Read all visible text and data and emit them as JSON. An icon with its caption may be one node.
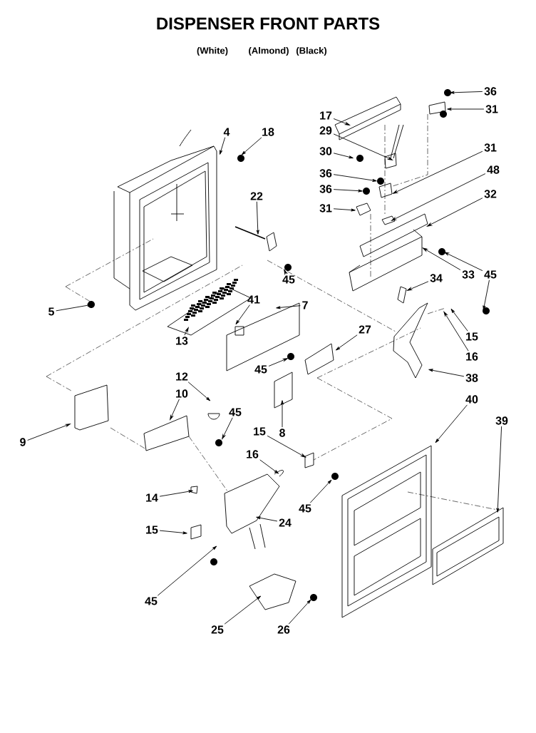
{
  "diagram": {
    "title": "DISPENSER FRONT PARTS",
    "nodes": [
      {
        "text": [
          "36"
        ]
      },
      {
        "text": [
          "31"
        ]
      },
      {
        "text": [
          "17"
        ]
      },
      {
        "text": [
          "29"
        ]
      },
      {
        "text": [
          "4"
        ]
      },
      {
        "text": [
          "18"
        ]
      },
      {
        "text": [
          "30"
        ]
      },
      {
        "text": [
          "31"
        ]
      },
      {
        "text": [
          "36"
        ]
      },
      {
        "text": [
          "48"
        ]
      },
      {
        "text": [
          "36"
        ]
      },
      {
        "text": [
          "22"
        ]
      },
      {
        "text": [
          "32"
        ]
      },
      {
        "text": [
          "31"
        ]
      },
      {
        "text": [
          "45"
        ]
      },
      {
        "text": [
          "33"
        ]
      },
      {
        "text": [
          "45"
        ]
      },
      {
        "text": [
          "34"
        ]
      },
      {
        "text": [
          "5"
        ]
      },
      {
        "text": [
          "41"
        ]
      },
      {
        "text": [
          "7"
        ]
      },
      {
        "text": [
          "15"
        ]
      },
      {
        "text": [
          "16"
        ]
      },
      {
        "text": [
          "13"
        ]
      },
      {
        "text": [
          "27"
        ]
      },
      {
        "text": [
          "45"
        ]
      },
      {
        "text": [
          "38"
        ]
      },
      {
        "text": [
          "12"
        ]
      },
      {
        "text": [
          "10"
        ]
      },
      {
        "text": [
          "40"
        ]
      },
      {
        "text": [
          "39"
        ]
      },
      {
        "text": [
          "8"
        ]
      },
      {
        "text": [
          "9"
        ]
      },
      {
        "text": [
          "45"
        ]
      },
      {
        "text": [
          "15"
        ]
      },
      {
        "text": [
          "16"
        ]
      },
      {
        "text": [
          "45"
        ]
      },
      {
        "text": [
          "14"
        ]
      },
      {
        "text": [
          "24"
        ]
      },
      {
        "text": [
          "15"
        ]
      },
      {
        "text": [
          "45"
        ]
      },
      {
        "text": [
          "25"
        ]
      },
      {
        "text": [
          "26"
        ]
      }
    ],
    "edges": [
      {
        "from": 0,
        "to": null,
        "arrow": "to"
      },
      {
        "from": 1,
        "to": null,
        "arrow": "to"
      },
      {
        "from": 2,
        "to": null,
        "arrow": "to"
      },
      {
        "from": 3,
        "to": null,
        "arrow": "to"
      },
      {
        "from": 4,
        "to": null,
        "arrow": "to"
      },
      {
        "from": 5,
        "to": null,
        "arrow": "to"
      },
      {
        "from": 6,
        "to": null,
        "arrow": "to"
      },
      {
        "from": 7,
        "to": null,
        "arrow": "to"
      },
      {
        "from": 8,
        "to": null,
        "arrow": "to"
      },
      {
        "from": 9,
        "to": null,
        "arrow": "to"
      },
      {
        "from": 10,
        "to": null,
        "arrow": "to"
      },
      {
        "from": 11,
        "to": null,
        "arrow": "to"
      },
      {
        "from": 12,
        "to": null,
        "arrow": "to"
      },
      {
        "from": 13,
        "to": null,
        "arrow": "to"
      },
      {
        "from": 14,
        "to": null,
        "arrow": "to"
      },
      {
        "from": 15,
        "to": null,
        "arrow": "to"
      },
      {
        "from": 16,
        "to": null,
        "arrow": "to"
      },
      {
        "from": 16,
        "to": null,
        "arrow": "to"
      },
      {
        "from": 17,
        "to": null,
        "arrow": "to"
      },
      {
        "from": 18,
        "to": null,
        "arrow": "to"
      },
      {
        "from": 19,
        "to": null,
        "arrow": "to"
      },
      {
        "from": 20,
        "to": null,
        "arrow": "to"
      },
      {
        "from": 21,
        "to": null,
        "arrow": "to"
      },
      {
        "from": 22,
        "to": null,
        "arrow": "to"
      },
      {
        "from": 23,
        "to": null,
        "arrow": "to"
      },
      {
        "from": 24,
        "to": null,
        "arrow": "to"
      },
      {
        "from": 25,
        "to": null,
        "arrow": "to"
      },
      {
        "from": 26,
        "to": null,
        "arrow": "to"
      },
      {
        "from": 27,
        "to": null,
        "arrow": "to"
      },
      {
        "from": 28,
        "to": null,
        "arrow": "to"
      },
      {
        "from": 29,
        "to": null,
        "arrow": "to"
      },
      {
        "from": 30,
        "to": null,
        "arrow": "to"
      },
      {
        "from": 31,
        "to": null,
        "arrow": "to"
      },
      {
        "from": 32,
        "to": null,
        "arrow": "to"
      },
      {
        "from": 33,
        "to": null,
        "arrow": "to"
      },
      {
        "from": 34,
        "to": null,
        "arrow": "to"
      },
      {
        "from": 35,
        "to": null,
        "arrow": "to"
      },
      {
        "from": 36,
        "to": null,
        "arrow": "to"
      },
      {
        "from": 37,
        "to": null,
        "arrow": "to"
      },
      {
        "from": 38,
        "to": null,
        "arrow": "to"
      },
      {
        "from": 39,
        "to": null,
        "arrow": "to"
      },
      {
        "from": 40,
        "to": null,
        "arrow": "to"
      },
      {
        "from": 41,
        "to": null,
        "arrow": "to"
      },
      {
        "from": 42,
        "to": null,
        "arrow": "to"
      }
    ],
    "labels": [
      "(White)",
      "(Almond)",
      "(Black)"
    ]
  }
}
